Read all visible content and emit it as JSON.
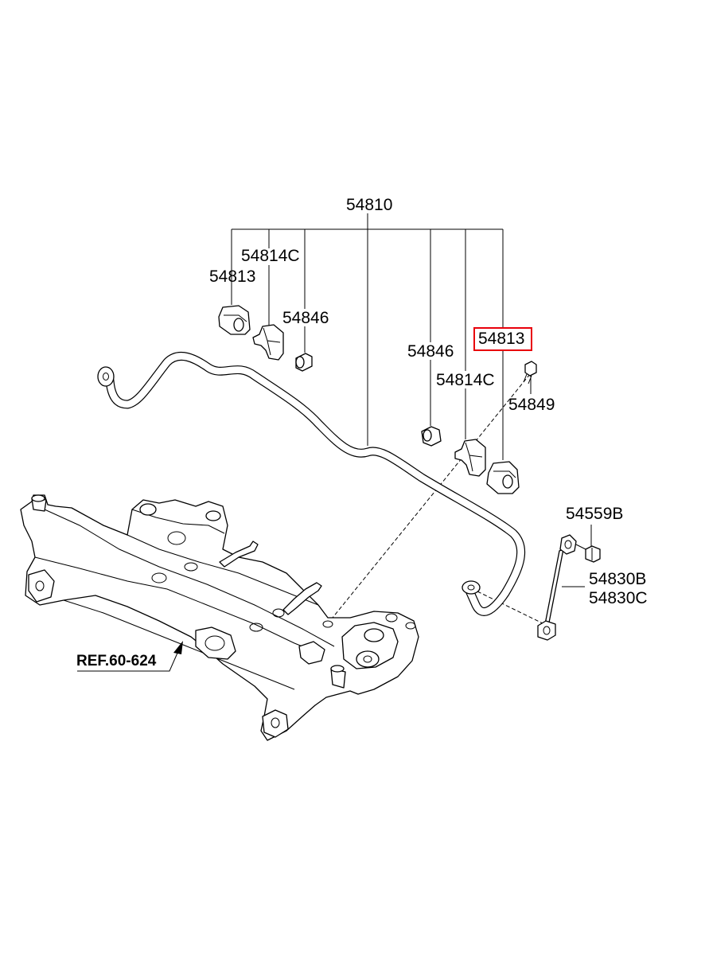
{
  "labels": {
    "stabilizer_bar": "54810",
    "bushing_left": "54813",
    "bracket_left": "54814C",
    "collar_left": "54846",
    "collar_right": "54846",
    "bracket_right": "54814C",
    "bushing_right": "54813",
    "bolt": "54849",
    "nut": "54559B",
    "link_b": "54830B",
    "link_c": "54830C",
    "ref": "REF.60-624"
  },
  "highlight_color": "#e8000b"
}
